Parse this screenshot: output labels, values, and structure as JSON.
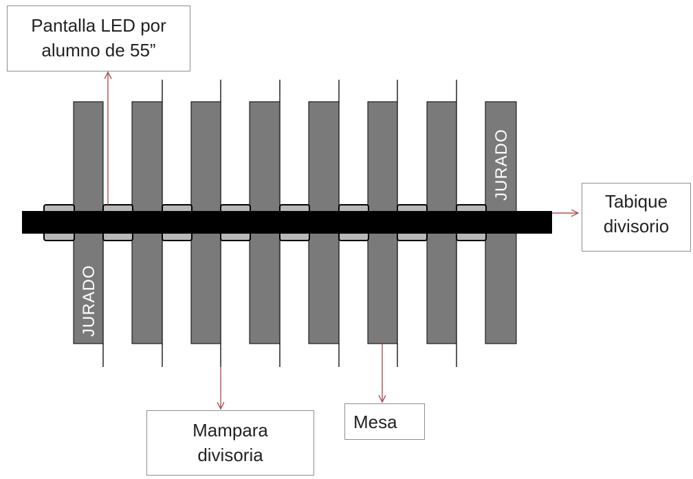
{
  "diagram": {
    "callouts": {
      "led_screen": {
        "line1": "Pantalla LED por",
        "line2": "alumno de 55”"
      },
      "partition_wall": {
        "line1": "Tabique",
        "line2": "divisorio"
      },
      "divider_screen": {
        "line1": "Mampara",
        "line2": "divisoria"
      },
      "table": {
        "line1": "Mesa"
      }
    },
    "jury_labels": {
      "left": "JURADO",
      "right": "JURADO"
    },
    "colors": {
      "table_fill": "#7a7a7a",
      "wall_fill": "#000000",
      "screen_fill": "#b8b8b8",
      "arrow": "#b05050",
      "callout_border": "#8c8c8c"
    }
  }
}
